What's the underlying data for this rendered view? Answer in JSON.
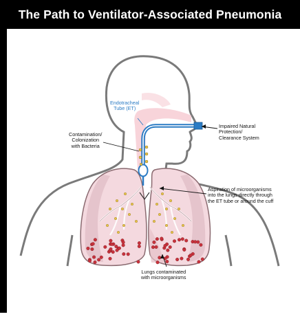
{
  "title": "The Path to Ventilator-Associated Pneumonia",
  "labels": {
    "et_tube_line1": "Endotracheal",
    "et_tube_line2": "Tube (ET)",
    "contamination_line1": "Contamination/",
    "contamination_line2": "Colonization",
    "contamination_line3": "with Bacteria",
    "impaired_line1": "Impaired Natural",
    "impaired_line2": "Protection/",
    "impaired_line3": "Clearance System",
    "aspiration_line1": "Aspiration of microorganisms",
    "aspiration_line2": "into the lungs directly through",
    "aspiration_line3": "the ET tube or around the cuff",
    "lungs_line1": "Lungs contaminated",
    "lungs_line2": "with microorganisms"
  },
  "colors": {
    "title_bg": "#000000",
    "title_text": "#ffffff",
    "tube_blue": "#2b7bc4",
    "lung_fill": "#f4d9df",
    "lung_outline": "#8a6a70",
    "bacteria_yellow": "#e8c44a",
    "bacteria_red": "#c8323c",
    "airway_pink": "#f7cdd3",
    "body_outline": "#7a7a7a"
  }
}
